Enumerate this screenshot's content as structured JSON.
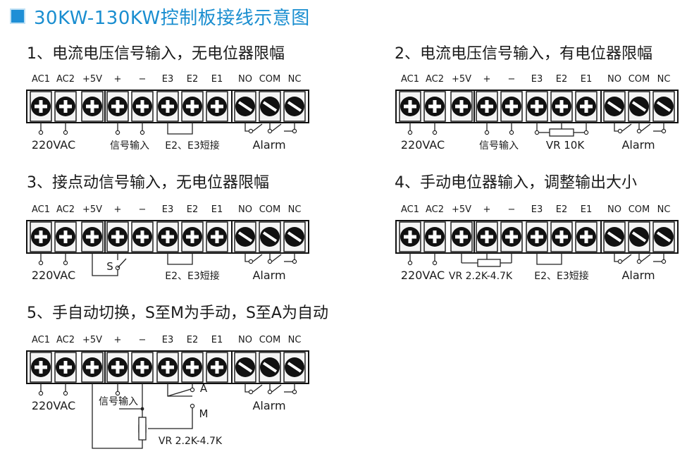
{
  "header": {
    "title": "30KW-130KW控制板接线示意图"
  },
  "colors": {
    "accent": "#1a8ed0",
    "terminal": "#111111",
    "wire": "#222222"
  },
  "terminals": [
    "AC1",
    "AC2",
    "+5V",
    "+",
    "−",
    "E3",
    "E2",
    "E1",
    "NO",
    "COM",
    "NC"
  ],
  "labels": {
    "v220": "220VAC",
    "signal_in": "信号输入",
    "short_e2e3": "E2、E3短接",
    "alarm": "Alarm",
    "vr10k": "VR  10K",
    "vr22": "VR 2.2K-4.7K",
    "switch_s": "S",
    "pos_a": "A",
    "pos_m": "M"
  },
  "sections": [
    {
      "id": 1,
      "title": "1、电流电压信号输入，无电位器限幅"
    },
    {
      "id": 2,
      "title": "2、电流电压信号输入，有电位器限幅"
    },
    {
      "id": 3,
      "title": "3、接点动信号输入，无电位器限幅"
    },
    {
      "id": 4,
      "title": "4、手动电位器输入，调整输出大小"
    },
    {
      "id": 5,
      "title": "5、手自动切换，S至M为手动，S至A为自动"
    }
  ]
}
